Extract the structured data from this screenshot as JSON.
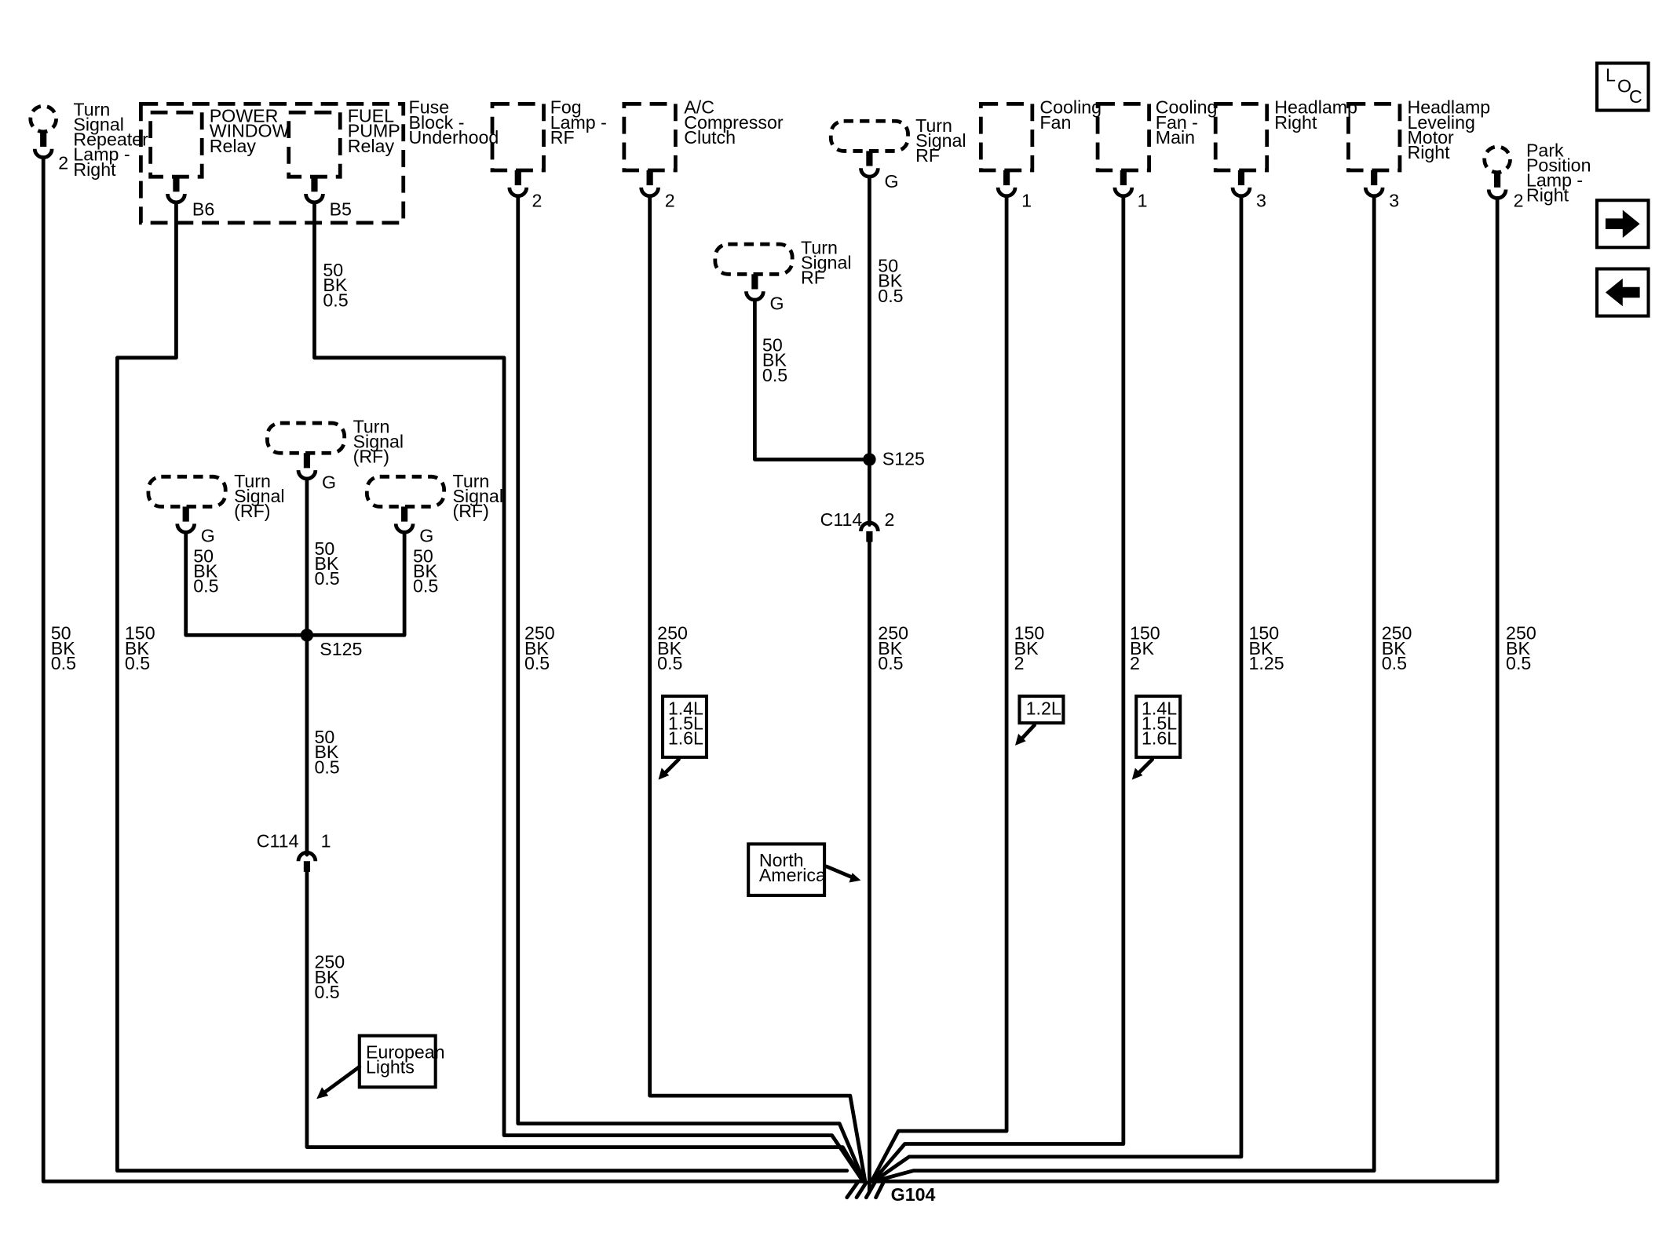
{
  "nav": {
    "loc_button": {
      "letters": [
        "L",
        "O",
        "C"
      ]
    },
    "next_icon": "arrow-right-icon",
    "prev_icon": "arrow-left-icon"
  },
  "components": {
    "turn_signal_repeater": {
      "label": [
        "Turn",
        "Signal",
        "Repeater",
        "Lamp -",
        "Right"
      ],
      "pin": "2"
    },
    "fuse_block": {
      "label": [
        "Fuse",
        "Block -",
        "Underhood"
      ]
    },
    "power_window_relay": {
      "label": [
        "POWER",
        "WINDOW",
        "Relay"
      ],
      "pin": "B6"
    },
    "fuel_pump_relay": {
      "label": [
        "FUEL",
        "PUMP",
        "Relay"
      ],
      "pin": "B5"
    },
    "fog_lamp": {
      "label": [
        "Fog",
        "Lamp -",
        "RF"
      ],
      "pin": "2"
    },
    "ac_clutch": {
      "label": [
        "A/C",
        "Compressor",
        "Clutch"
      ],
      "pin": "2"
    },
    "turn_signal_rf_top": {
      "label": [
        "Turn",
        "Signal",
        "RF"
      ],
      "pin": "G"
    },
    "turn_signal_rf_mid": {
      "label": [
        "Turn",
        "Signal",
        "RF"
      ],
      "pin": "G"
    },
    "cooling_fan": {
      "label": [
        "Cooling",
        "Fan"
      ],
      "pin": "1"
    },
    "cooling_fan_main": {
      "label": [
        "Cooling",
        "Fan -",
        "Main"
      ],
      "pin": "1"
    },
    "headlamp_right": {
      "label": [
        "Headlamp",
        "Right"
      ],
      "pin": "3"
    },
    "headlamp_leveling": {
      "label": [
        "Headlamp",
        "Leveling",
        "Motor",
        "Right"
      ],
      "pin": "3"
    },
    "park_lamp": {
      "label": [
        "Park",
        "Position",
        "Lamp -",
        "Right"
      ],
      "pin": "2"
    },
    "eu_turn_center": {
      "label": [
        "Turn",
        "Signal",
        "(RF)"
      ],
      "pin": "G"
    },
    "eu_turn_left": {
      "label": [
        "Turn",
        "Signal",
        "(RF)"
      ],
      "pin": "G"
    },
    "eu_turn_right": {
      "label": [
        "Turn",
        "Signal",
        "(RF)"
      ],
      "pin": "G"
    }
  },
  "wires": {
    "w_repeater": [
      "50",
      "BK",
      "0.5"
    ],
    "w_relay_b5": [
      "50",
      "BK",
      "0.5"
    ],
    "w_relays_main": [
      "150",
      "BK",
      "0.5"
    ],
    "w_fog": [
      "250",
      "BK",
      "0.5"
    ],
    "w_ac": [
      "250",
      "BK",
      "0.5"
    ],
    "w_rf_top": [
      "50",
      "BK",
      "0.5"
    ],
    "w_rf_mid": [
      "50",
      "BK",
      "0.5"
    ],
    "w_na_main": [
      "250",
      "BK",
      "0.5"
    ],
    "w_cooling_fan": [
      "150",
      "BK",
      "2"
    ],
    "w_cooling_main": [
      "150",
      "BK",
      "2"
    ],
    "w_headlamp": [
      "150",
      "BK",
      "1.25"
    ],
    "w_leveling": [
      "250",
      "BK",
      "0.5"
    ],
    "w_park": [
      "250",
      "BK",
      "0.5"
    ],
    "w_eu_left": [
      "50",
      "BK",
      "0.5"
    ],
    "w_eu_center": [
      "50",
      "BK",
      "0.5"
    ],
    "w_eu_right": [
      "50",
      "BK",
      "0.5"
    ],
    "w_eu_below_splice": [
      "50",
      "BK",
      "0.5"
    ],
    "w_eu_main": [
      "250",
      "BK",
      "0.5"
    ]
  },
  "splices": {
    "left": "S125",
    "right": "S125"
  },
  "connectors": {
    "left": {
      "name": "C114",
      "pin": "1"
    },
    "right": {
      "name": "C114",
      "pin": "2"
    }
  },
  "ground": "G104",
  "notes": {
    "ac_engines": [
      "1.4L",
      "1.5L",
      "1.6L"
    ],
    "fan_engine": [
      "1.2L"
    ],
    "fan_main_engines": [
      "1.4L",
      "1.5L",
      "1.6L"
    ],
    "north_america": [
      "North",
      "America"
    ],
    "european_lights": [
      "European",
      "Lights"
    ]
  }
}
